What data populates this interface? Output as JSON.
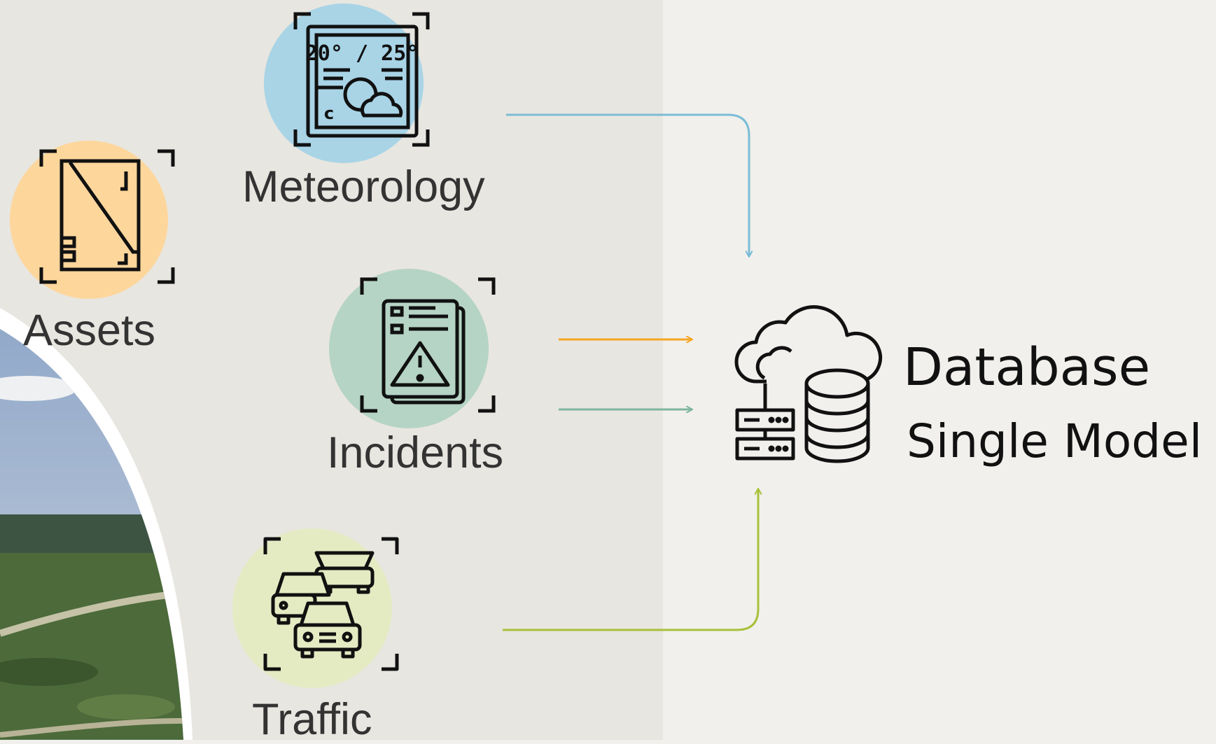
{
  "sources": {
    "assets": {
      "label": "Assets",
      "icon": "document-panel-icon",
      "color": "#fdd69c"
    },
    "meteorology": {
      "label": "Meteorology",
      "icon": "weather-display-icon",
      "color": "#a8d4e6",
      "display_text": "20° / 25°",
      "unit_text": "c"
    },
    "incidents": {
      "label": "Incidents",
      "icon": "incident-report-icon",
      "color": "#b5d4c5"
    },
    "traffic": {
      "label": "Traffic",
      "icon": "traffic-cars-icon",
      "color": "#e4ebc3"
    }
  },
  "target": {
    "title": "Database",
    "subtitle": "Single Model",
    "icon": "cloud-database-icon"
  },
  "connectors": {
    "meteorology": "#7bbcd6",
    "incidents_top": "#f5a623",
    "incidents_bottom": "#7fb5a0",
    "traffic": "#a8c03a"
  }
}
